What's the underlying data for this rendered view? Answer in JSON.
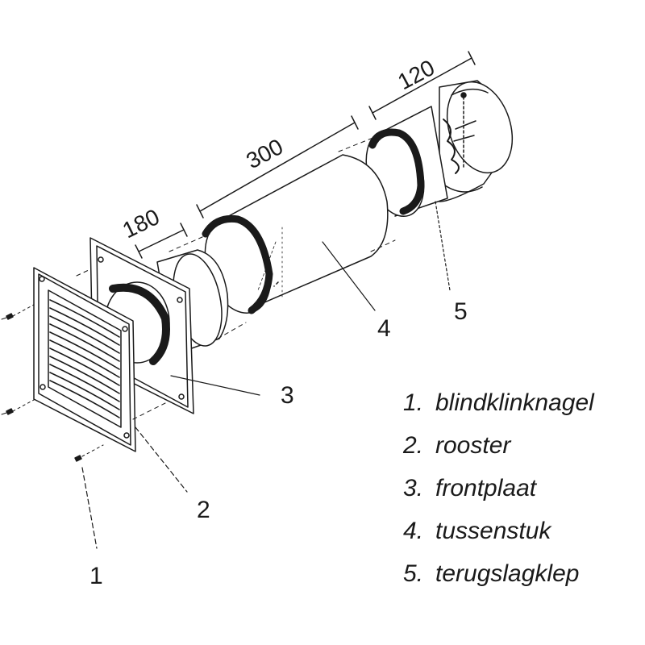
{
  "dimensions": {
    "d1": "180",
    "d2": "300",
    "d3": "120"
  },
  "callouts": [
    "1",
    "2",
    "3",
    "4",
    "5"
  ],
  "legend": [
    {
      "num": "1.",
      "text": "blindklinknagel"
    },
    {
      "num": "2.",
      "text": "rooster"
    },
    {
      "num": "3.",
      "text": "frontplaat"
    },
    {
      "num": "4.",
      "text": "tussenstuk"
    },
    {
      "num": "5.",
      "text": "terugslagklep"
    }
  ]
}
